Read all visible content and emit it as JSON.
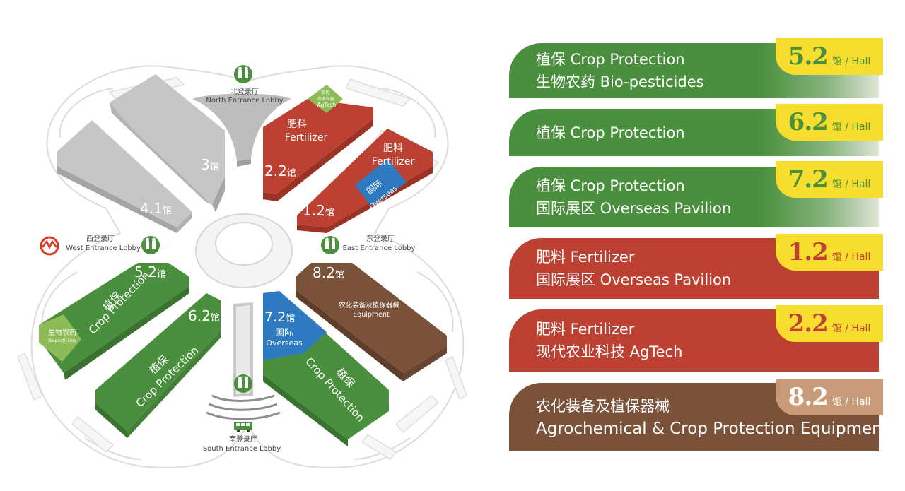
{
  "colors": {
    "green": "#4a8f3d",
    "red": "#bc4132",
    "brown": "#7a5139",
    "blue": "#2e7ac0",
    "gray": "#c4c4c4",
    "lightgreen": "#8dbb55",
    "yellow": "#f7de2e",
    "tan": "#c99a78",
    "metro": "#d9392a"
  },
  "map": {
    "lobbies": {
      "north": {
        "cn": "北登录厅",
        "en": "North Entrance Lobby"
      },
      "west": {
        "cn": "西登录厅",
        "en": "West Entrance Lobby"
      },
      "east": {
        "cn": "东登录厅",
        "en": "East Entrance Lobby"
      },
      "south": {
        "cn": "南登录厅",
        "en": "South Entrance Lobby"
      }
    },
    "halls": {
      "h3": {
        "num": "3",
        "unit": "馆"
      },
      "h41": {
        "num": "4.1",
        "unit": "馆"
      },
      "h22": {
        "num": "2.2",
        "unit": "馆",
        "cn": "肥料",
        "en": "Fertilizer"
      },
      "agtech": {
        "cn": "现代",
        "cn2": "农业科技",
        "en": "AgTech"
      },
      "h12": {
        "num": "1.2",
        "unit": "馆",
        "cn": "肥料",
        "en": "Fertilizer",
        "overseas_cn": "国际",
        "overseas_en": "Overseas"
      },
      "h52": {
        "num": "5.2",
        "unit": "馆",
        "cn": "植保",
        "en": "Crop Protection",
        "bio_cn": "生物农药",
        "bio_en": "Biopesticides"
      },
      "h62": {
        "num": "6.2",
        "unit": "馆",
        "cn": "植保",
        "en": "Crop Protection"
      },
      "h72": {
        "num": "7.2",
        "unit": "馆",
        "cn": "植保",
        "en": "Crop Protection",
        "overseas_cn": "国际",
        "overseas_en": "Overseas"
      },
      "h82": {
        "num": "8.2",
        "unit": "馆",
        "cn": "农化装备及植保器械",
        "en": "Equipment"
      }
    }
  },
  "legend": [
    {
      "line1": "植保 Crop Protection",
      "line2": "生物农药 Bio-pesticides",
      "num": "5.2",
      "unit": "馆 / Hall",
      "color": "#4a8f3d",
      "tag": "#f7de2e",
      "num_color": "#4a8f3d"
    },
    {
      "line1": "植保 Crop Protection",
      "line2": "",
      "num": "6.2",
      "unit": "馆 / Hall",
      "color": "#4a8f3d",
      "tag": "#f7de2e",
      "num_color": "#4a8f3d"
    },
    {
      "line1": "植保 Crop Protection",
      "line2": "国际展区 Overseas Pavilion",
      "num": "7.2",
      "unit": "馆 / Hall",
      "color": "#4a8f3d",
      "tag": "#f7de2e",
      "num_color": "#4a8f3d"
    },
    {
      "line1": "肥料 Fertilizer",
      "line2": "国际展区 Overseas Pavilion",
      "num": "1.2",
      "unit": "馆 / Hall",
      "color": "#bc4132",
      "tag": "#f7de2e",
      "num_color": "#bc4132"
    },
    {
      "line1": "肥料 Fertilizer",
      "line2": "现代农业科技 AgTech",
      "num": "2.2",
      "unit": "馆 / Hall",
      "color": "#bc4132",
      "tag": "#f7de2e",
      "num_color": "#bc4132"
    },
    {
      "line1": "农化装备及植保器械",
      "line2": "Agrochemical & Crop Protection Equipment",
      "num": "8.2",
      "unit": "馆 / Hall",
      "color": "#7a5139",
      "tag": "#c99a78",
      "num_color": "#ffffff"
    }
  ]
}
